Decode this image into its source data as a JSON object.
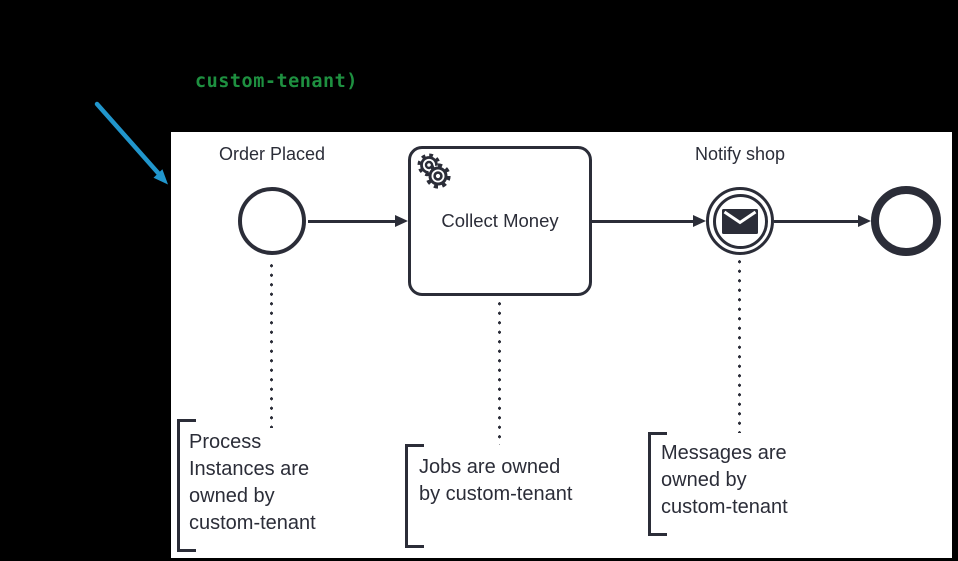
{
  "colors": {
    "stage-bg": "#000000",
    "panel-bg": "#ffffff",
    "ink": "#2b2d38",
    "code-green": "#1e9040",
    "arrow-blue": "#2196cc"
  },
  "code_overlay": {
    "text": "custom-tenant)"
  },
  "diagram": {
    "start_event_label": "Order Placed",
    "task_label": "Collect Money",
    "message_event_label": "Notify shop",
    "icons": {
      "task_icon": "gears-icon",
      "message_icon": "envelope-icon",
      "pointer": "blue-arrow-icon"
    },
    "annotations": [
      {
        "text": "Process\nInstances are\nowned by\ncustom-tenant"
      },
      {
        "text": "Jobs are owned\nby custom-tenant"
      },
      {
        "text": "Messages are\nowned by\ncustom-tenant"
      }
    ]
  }
}
